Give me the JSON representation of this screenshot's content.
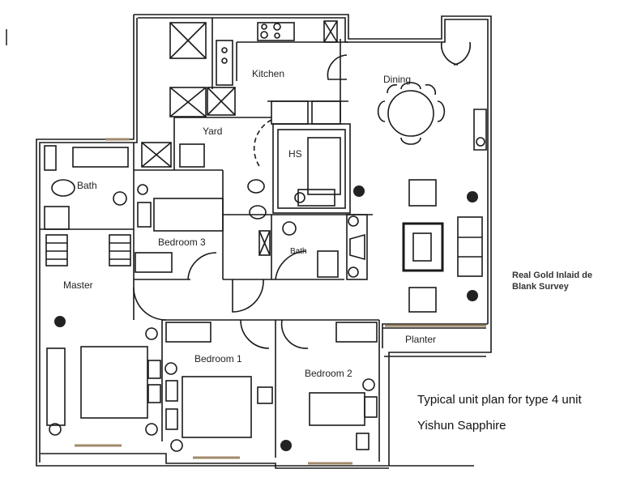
{
  "title": "Typical unit plan for type 4 unit",
  "subtitle": "Yishun Sapphire",
  "watermark": {
    "line1": "Real Gold Inlaid de",
    "line2": "Blank Survey"
  },
  "rooms": {
    "kitchen": "Kitchen",
    "dining": "Dining",
    "yard": "Yard",
    "hs": "HS",
    "bath_master": "Bath",
    "bath_common": "Bath",
    "bedroom3": "Bedroom 3",
    "master": "Master",
    "bedroom1": "Bedroom 1",
    "bedroom2": "Bedroom 2",
    "planter": "Planter"
  },
  "colors": {
    "wall": "#1a1a1a",
    "window": "#a08a6a",
    "background": "#ffffff"
  }
}
